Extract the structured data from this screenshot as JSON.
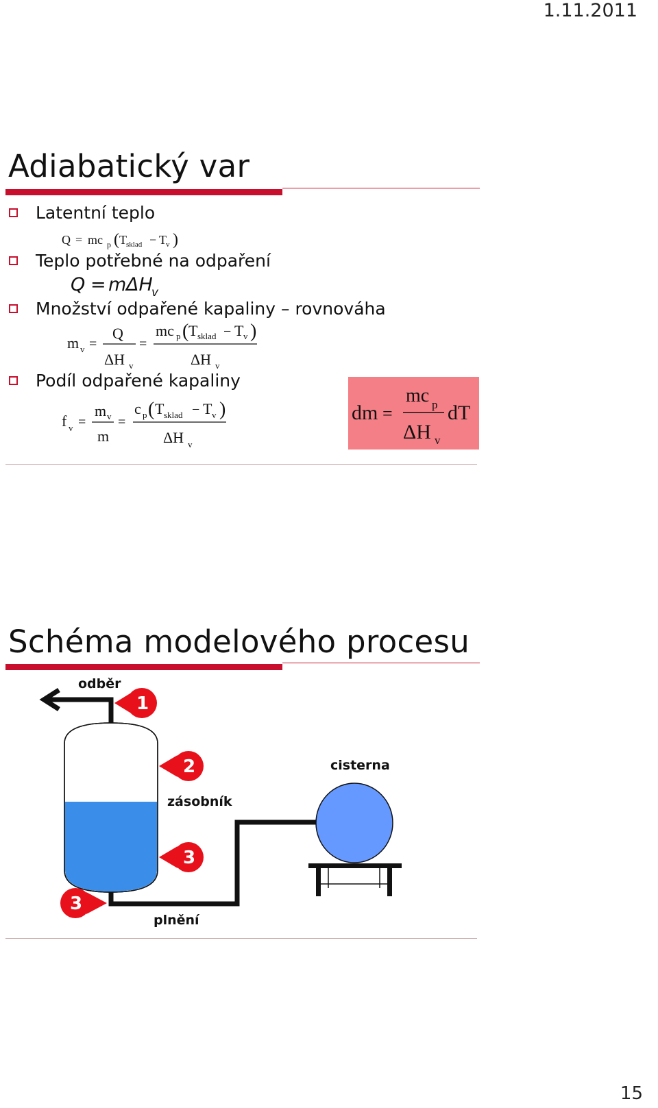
{
  "header": {
    "date": "1.11.2011"
  },
  "slide1": {
    "title": "Adiabatický var",
    "bullets": [
      {
        "text": "Latentní teplo"
      },
      {
        "text": "Teplo potřebné na odpaření"
      },
      {
        "text": "Množství odpařené kapaliny – rovnováha"
      },
      {
        "text": "Podíl odpařené kapaliny"
      }
    ],
    "formulas": {
      "f1": {
        "lhs": "Q",
        "eq": "=",
        "mc": "mc",
        "p": "p",
        "lp": "(",
        "T": "T",
        "sklad": "sklad",
        "minus": "−",
        "Tv": "T",
        "v": "v",
        "rp": ")"
      },
      "f2": {
        "Q": "Q",
        "eq": "=",
        "m": "m",
        "dH": "ΔH",
        "v": "v"
      },
      "f3": {
        "m": "m",
        "v": "v",
        "eq": "=",
        "Q": "Q",
        "dH": "ΔH",
        "mc": "mc",
        "p": "p",
        "T": "T",
        "sklad": "sklad",
        "minus": "−",
        "lp": "(",
        "rp": ")"
      },
      "f4": {
        "f": "f",
        "v": "v",
        "eq": "=",
        "m": "m",
        "c": "c",
        "p": "p",
        "T": "T",
        "sklad": "sklad",
        "minus": "−",
        "dH": "ΔH",
        "lp": "(",
        "rp": ")"
      },
      "highlight": {
        "dm": "dm",
        "eq": "=",
        "mc": "mc",
        "p": "p",
        "dH": "ΔH",
        "v": "v",
        "dT": "dT",
        "color": "#f57f86"
      }
    }
  },
  "slide2": {
    "title": "Schéma modelového procesu",
    "labels": {
      "odber": "odběr",
      "zasobnik": "zásobník",
      "cisterna": "cisterna",
      "plneni": "plnění"
    },
    "markers": [
      "1",
      "2",
      "3",
      "3"
    ],
    "colors": {
      "liquid": "#3a8eea",
      "tank": "#6699ff",
      "marker": "#e8101a",
      "pipe": "#111111"
    }
  },
  "footer": {
    "page": "15"
  }
}
